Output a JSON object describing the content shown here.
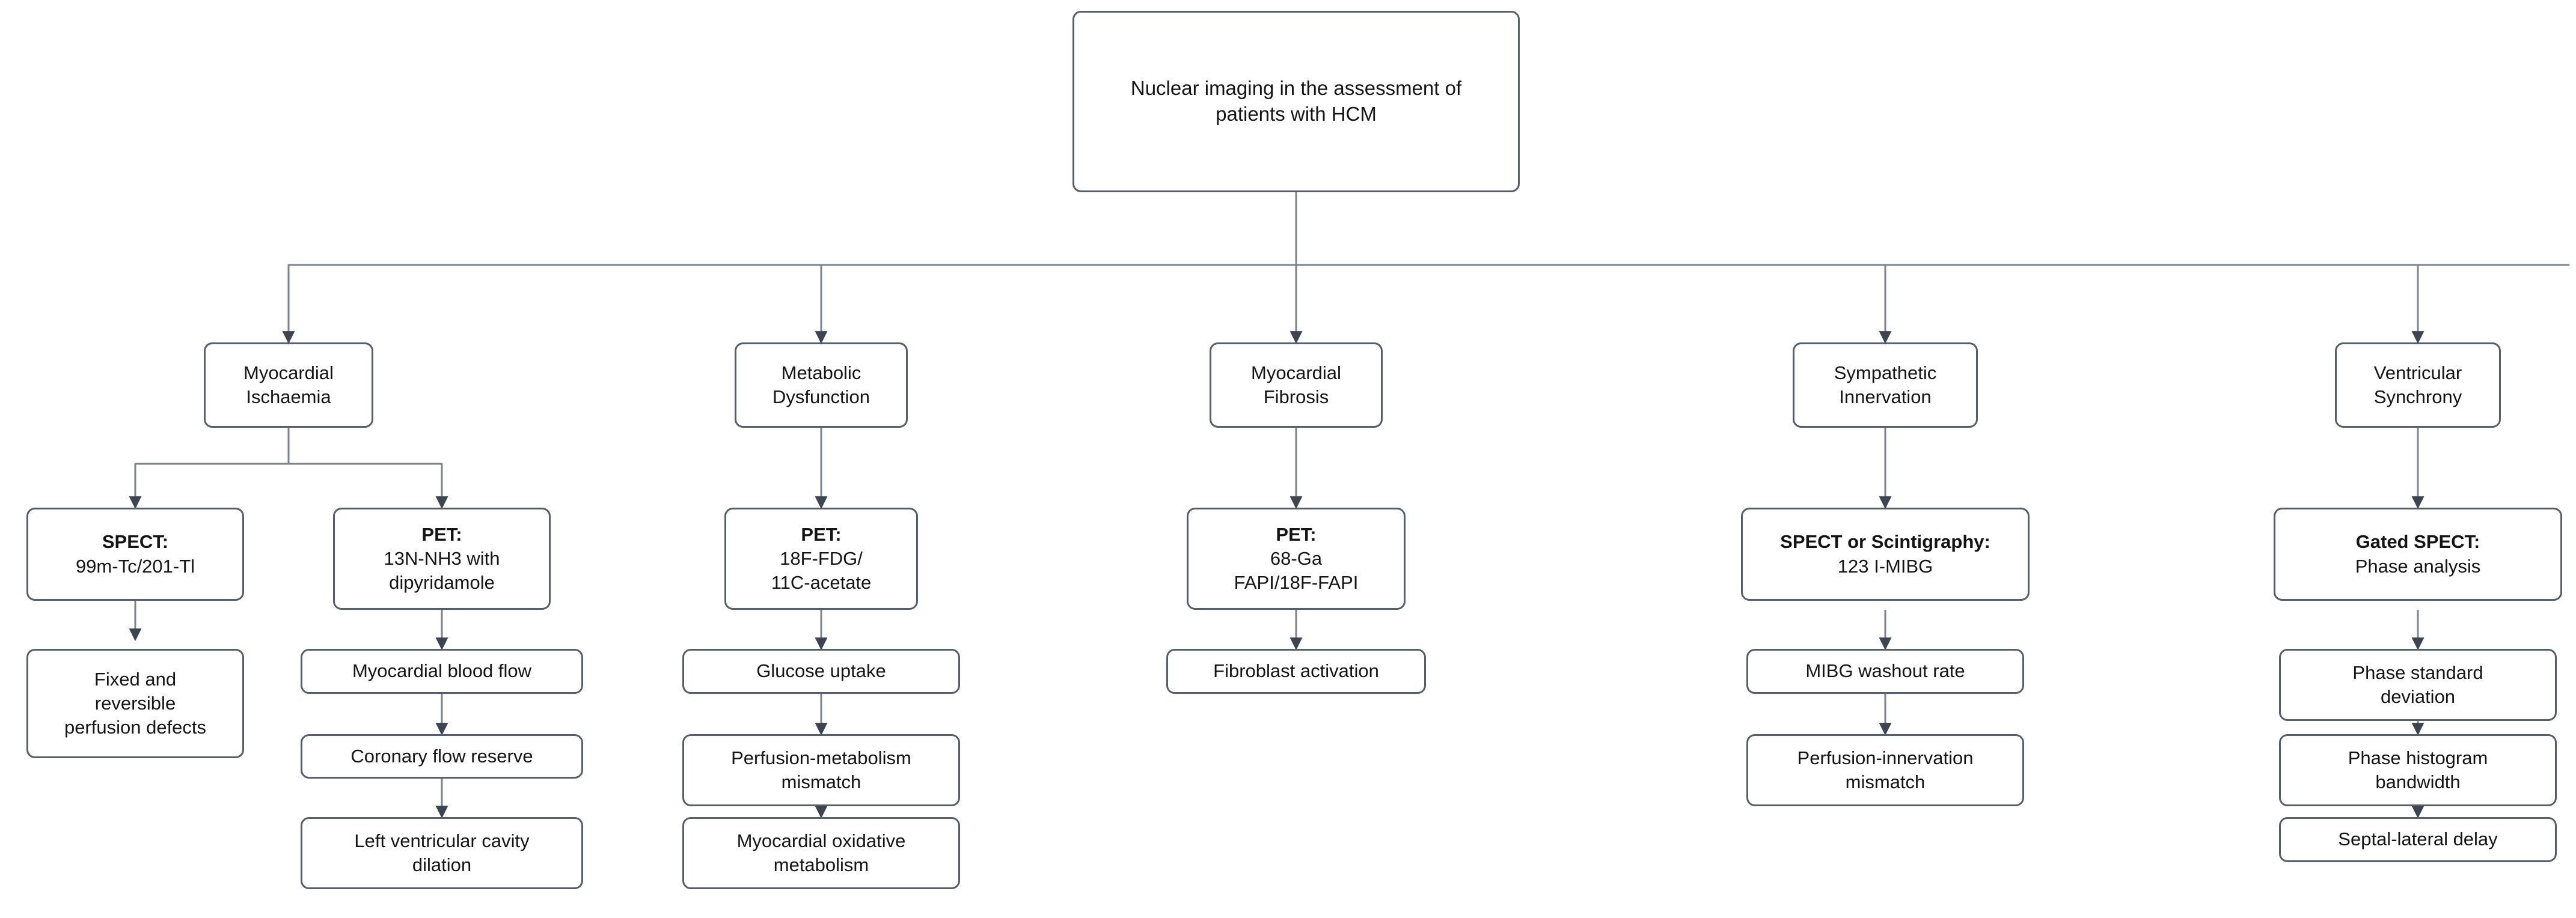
{
  "diagram": {
    "title": "Nuclear imaging in the assessment of patients with HCM",
    "type": "flowchart",
    "orientation": "top-down",
    "theme": {
      "background": "#ffffff",
      "node_fill": "#ffffff",
      "node_border": "#555e6b",
      "text_color": "#141414",
      "edge_color": "#555e6b"
    }
  },
  "root": {
    "label": "Nuclear imaging in the assessment of patients with HCM"
  },
  "branches": [
    {
      "category": "Myocardial Ischaemia",
      "modalities": [
        {
          "heading": "SPECT:",
          "detail": "99m-Tc/201-Tl",
          "findings": [
            "Fixed and reversible perfusion defects"
          ]
        },
        {
          "heading": "PET:",
          "detail": "13N-NH3 with dipyridamole",
          "findings": [
            "Myocardial blood flow",
            "Coronary flow reserve",
            "Left ventricular cavity dilation"
          ]
        }
      ]
    },
    {
      "category": "Metabolic Dysfunction",
      "modalities": [
        {
          "heading": "PET:",
          "detail": "18F-FDG/ 11C-acetate",
          "findings": [
            "Glucose uptake",
            "Perfusion-metabolism mismatch",
            "Myocardial oxidative metabolism"
          ]
        }
      ]
    },
    {
      "category": "Myocardial Fibrosis",
      "modalities": [
        {
          "heading": "PET:",
          "detail": "68-Ga FAPI/18F-FAPI",
          "findings": [
            "Fibroblast activation"
          ]
        }
      ]
    },
    {
      "category": "Sympathetic Innervation",
      "modalities": [
        {
          "heading": "SPECT or Scintigraphy:",
          "detail": "123 I-MIBG",
          "findings": [
            "MIBG washout rate",
            "Perfusion-innervation mismatch"
          ]
        }
      ]
    },
    {
      "category": "Ventricular Synchrony",
      "modalities": [
        {
          "heading": "Gated SPECT:",
          "detail": "Phase analysis",
          "findings": [
            "Phase standard deviation",
            "Phase histogram bandwidth",
            "Septal-lateral delay"
          ]
        }
      ]
    }
  ],
  "nodes": {
    "root": {
      "line1": "Nuclear imaging in the assessment of",
      "line2": "patients with HCM"
    },
    "cat_ischaemia": {
      "line1": "Myocardial",
      "line2": "Ischaemia"
    },
    "cat_metabolic": {
      "line1": "Metabolic",
      "line2": "Dysfunction"
    },
    "cat_fibrosis": {
      "line1": "Myocardial",
      "line2": "Fibrosis"
    },
    "cat_sympathetic": {
      "line1": "Sympathetic",
      "line2": "Innervation"
    },
    "cat_synchrony": {
      "line1": "Ventricular",
      "line2": "Synchrony"
    },
    "mod_spect_tc": {
      "heading": "SPECT:",
      "line1": "99m-Tc/201-Tl"
    },
    "mod_pet_nh3": {
      "heading": "PET:",
      "line1": "13N-NH3 with",
      "line2": "dipyridamole"
    },
    "mod_pet_fdg": {
      "heading": "PET:",
      "line1": "18F-FDG/",
      "line2": "11C-acetate"
    },
    "mod_pet_fapi": {
      "heading": "PET:",
      "line1": "68-Ga",
      "line2": "FAPI/18F-FAPI"
    },
    "mod_spect_mibg": {
      "heading": "SPECT or Scintigraphy:",
      "line1": "123 I-MIBG"
    },
    "mod_gated_spect": {
      "heading": "Gated SPECT:",
      "line1": "Phase analysis"
    },
    "f_perfusion_defects": {
      "line1": "Fixed and",
      "line2": "reversible",
      "line3": "perfusion defects"
    },
    "f_mbf": {
      "line1": "Myocardial blood flow"
    },
    "f_cfr": {
      "line1": "Coronary flow reserve"
    },
    "f_lv_dilation": {
      "line1": "Left ventricular cavity",
      "line2": "dilation"
    },
    "f_glucose": {
      "line1": "Glucose uptake"
    },
    "f_perf_metab": {
      "line1": "Perfusion-metabolism",
      "line2": "mismatch"
    },
    "f_oxidative": {
      "line1": "Myocardial oxidative",
      "line2": "metabolism"
    },
    "f_fibroblast": {
      "line1": "Fibroblast activation"
    },
    "f_mibg_washout": {
      "line1": "MIBG washout rate"
    },
    "f_perf_innerv": {
      "line1": "Perfusion-innervation",
      "line2": "mismatch"
    },
    "f_phase_sd": {
      "line1": "Phase standard",
      "line2": "deviation"
    },
    "f_phase_bw": {
      "line1": "Phase histogram",
      "line2": "bandwidth"
    },
    "f_septal_delay": {
      "line1": "Septal-lateral delay"
    }
  }
}
